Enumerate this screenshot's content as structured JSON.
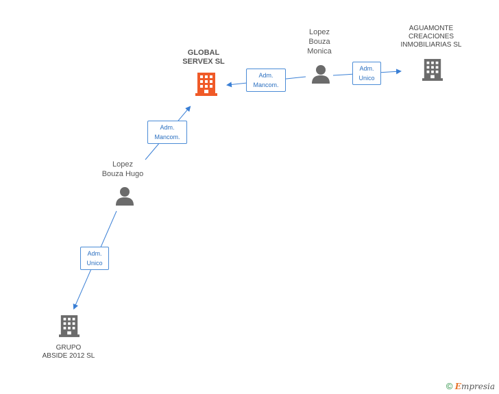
{
  "colors": {
    "main_company": "#f05a28",
    "company": "#6b6b6b",
    "person": "#6b6b6b",
    "edge": "#3a7fd5",
    "box_text": "#2a6fc0"
  },
  "nodes": {
    "global_servex": {
      "line1": "GLOBAL",
      "line2": "SERVEX SL",
      "icon": "building-icon"
    },
    "aguamonte": {
      "line1": "AGUAMONTE",
      "line2": "CREACIONES",
      "line3": "INMOBILIARIAS SL",
      "icon": "building-icon"
    },
    "grupo_abside": {
      "line1": "GRUPO",
      "line2": "ABSIDE 2012 SL",
      "icon": "building-icon"
    },
    "lopez_monica": {
      "line1": "Lopez",
      "line2": "Bouza",
      "line3": "Monica",
      "icon": "person-icon"
    },
    "lopez_hugo": {
      "line1": "Lopez",
      "line2": "Bouza Hugo",
      "icon": "person-icon"
    }
  },
  "relations": {
    "monica_to_servex": {
      "line1": "Adm.",
      "line2": "Mancom."
    },
    "monica_to_aguamonte": {
      "line1": "Adm.",
      "line2": "Unico"
    },
    "hugo_to_servex": {
      "line1": "Adm.",
      "line2": "Mancom."
    },
    "hugo_to_abside": {
      "line1": "Adm.",
      "line2": "Unico"
    }
  },
  "footer": {
    "copyright": "©",
    "brand_first": "E",
    "brand_rest": "mpresia"
  }
}
